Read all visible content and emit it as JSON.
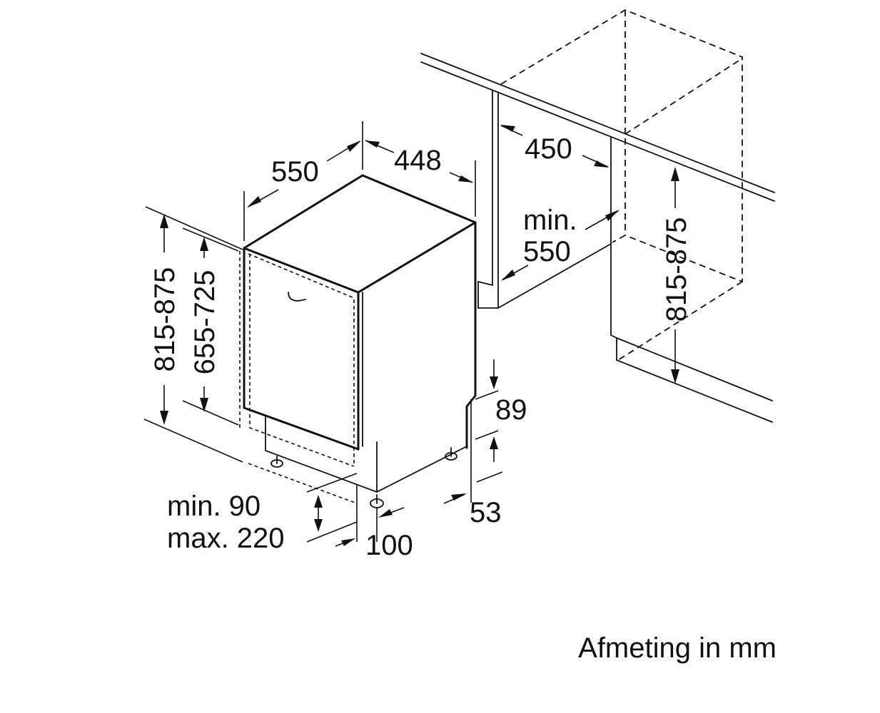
{
  "labels": {
    "depth_550": "550",
    "width_448": "448",
    "niche_450": "450",
    "niche_min": "min.",
    "niche_min_550": "550",
    "height_815_875_left": "815-875",
    "height_655_725": "655-725",
    "height_815_875_right": "815-875",
    "plinth_89": "89",
    "plinth_53": "53",
    "plinth_min": "min. 90",
    "plinth_max": "max. 220",
    "plinth_100": "100"
  },
  "footer": {
    "unit_note": "Afmeting in mm"
  },
  "colors": {
    "line": "#111111",
    "background": "#ffffff"
  }
}
